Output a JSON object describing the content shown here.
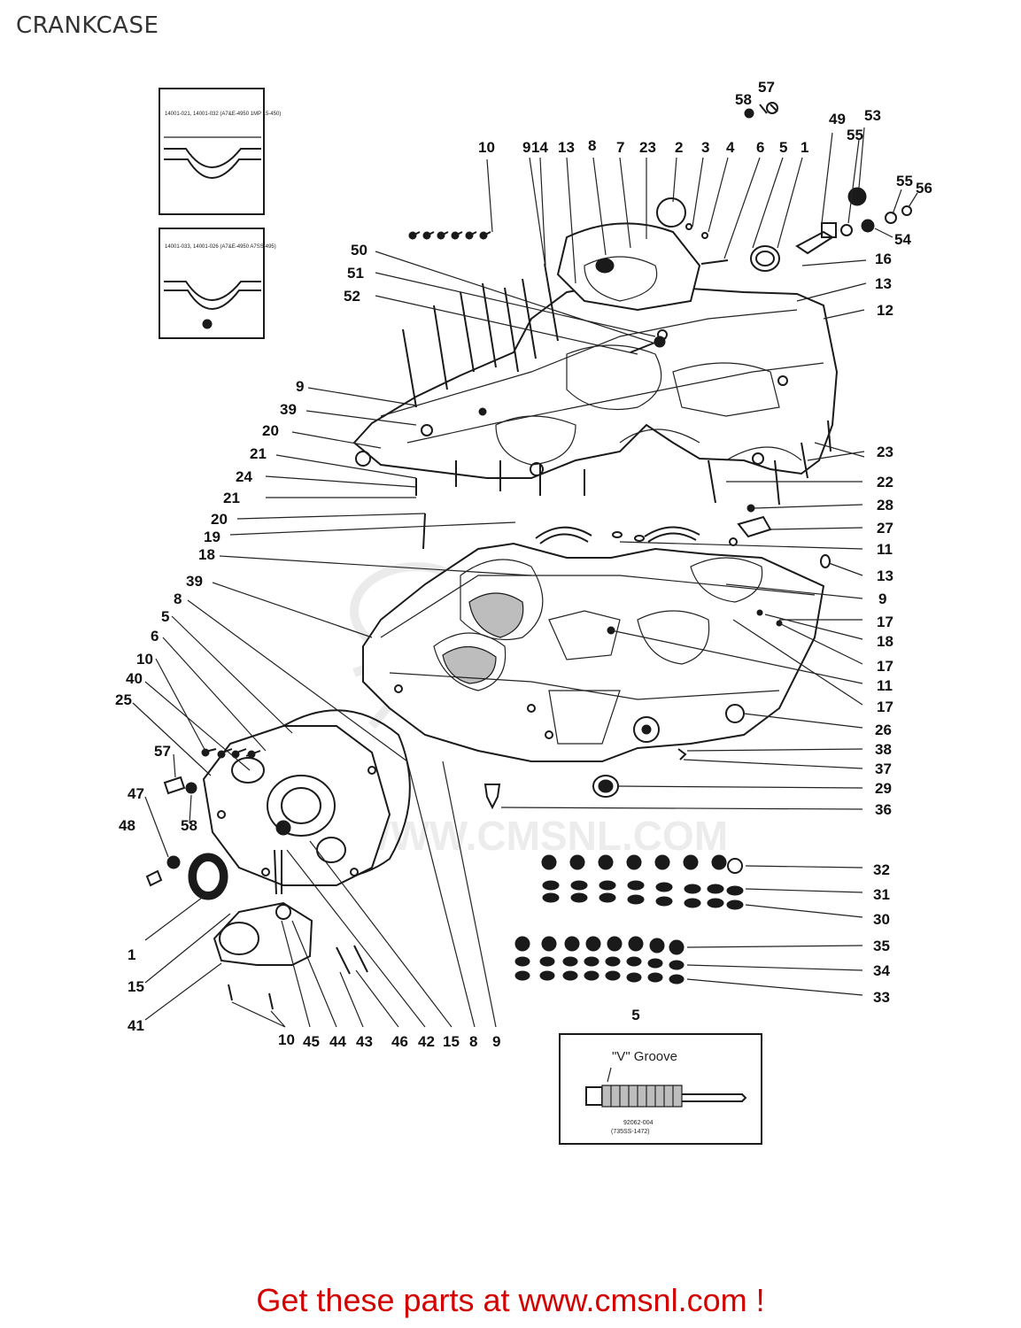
{
  "page": {
    "title": "CRANKCASE",
    "footer": "Get these parts at www.cmsnl.com !"
  },
  "watermark": {
    "text": "WWW.CMSNL.COM",
    "color": "#dddddd"
  },
  "insets": {
    "bearing_a_text": "14001-021, 14001-032 (A7&E-4950 1MP 15-450)",
    "bearing_b_text": "14001-033, 14001-026 (A7&E-4950 A7SS-495)",
    "detail_title": "5",
    "detail_groove_label": "\"V\" Groove",
    "detail_part_number": "92062-004",
    "detail_part_range": "(735SS-1472)"
  },
  "colors": {
    "footer": "#d40000",
    "ink": "#1a1a1a"
  },
  "callouts": {
    "c58a": "58",
    "c57a": "57",
    "c49": "49",
    "c53": "53",
    "c55a": "55",
    "c55b": "55",
    "c56": "56",
    "c54": "54",
    "c10a": "10",
    "c9a": "9",
    "c14": "14",
    "c13a": "13",
    "c8a": "8",
    "c7": "7",
    "c23a": "23",
    "c2": "2",
    "c3": "3",
    "c4": "4",
    "c6a": "6",
    "c5a": "5",
    "c1a": "1",
    "c16": "16",
    "c13b": "13",
    "c12": "12",
    "c50": "50",
    "c51": "51",
    "c52": "52",
    "c9b": "9",
    "c39a": "39",
    "c20a": "20",
    "c21a": "21",
    "c24": "24",
    "c21b": "21",
    "c20b": "20",
    "c19": "19",
    "c18a": "18",
    "c39b": "39",
    "c8b": "8",
    "c5b": "5",
    "c6b": "6",
    "c10b": "10",
    "c40": "40",
    "c25": "25",
    "c57b": "57",
    "c47": "47",
    "c58b": "58",
    "c48": "48",
    "c1b": "1",
    "c15a": "15",
    "c41": "41",
    "c23b": "23",
    "c22": "22",
    "c28": "28",
    "c27": "27",
    "c11a": "11",
    "c13c": "13",
    "c9c": "9",
    "c17a": "17",
    "c18b": "18",
    "c17b": "17",
    "c11b": "11",
    "c17c": "17",
    "c26": "26",
    "c38": "38",
    "c37": "37",
    "c29": "29",
    "c36": "36",
    "c32": "32",
    "c31": "31",
    "c30": "30",
    "c35": "35",
    "c34": "34",
    "c33": "33",
    "b10": "10",
    "b45": "45",
    "b44": "44",
    "b43": "43",
    "b46": "46",
    "b42": "42",
    "b15": "15",
    "b8": "8",
    "b9": "9"
  }
}
